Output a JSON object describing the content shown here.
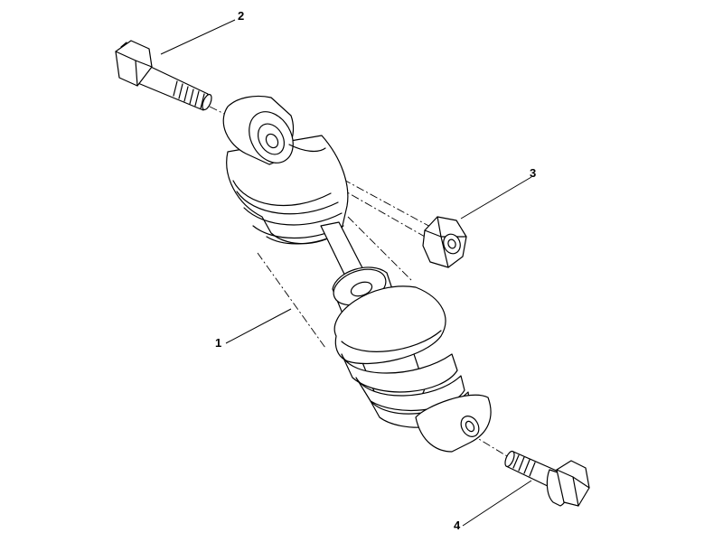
{
  "callouts": [
    {
      "id": "shock-absorber",
      "label": "1"
    },
    {
      "id": "upper-bolt",
      "label": "2"
    },
    {
      "id": "nut",
      "label": "3"
    },
    {
      "id": "lower-bolt",
      "label": "4"
    }
  ]
}
